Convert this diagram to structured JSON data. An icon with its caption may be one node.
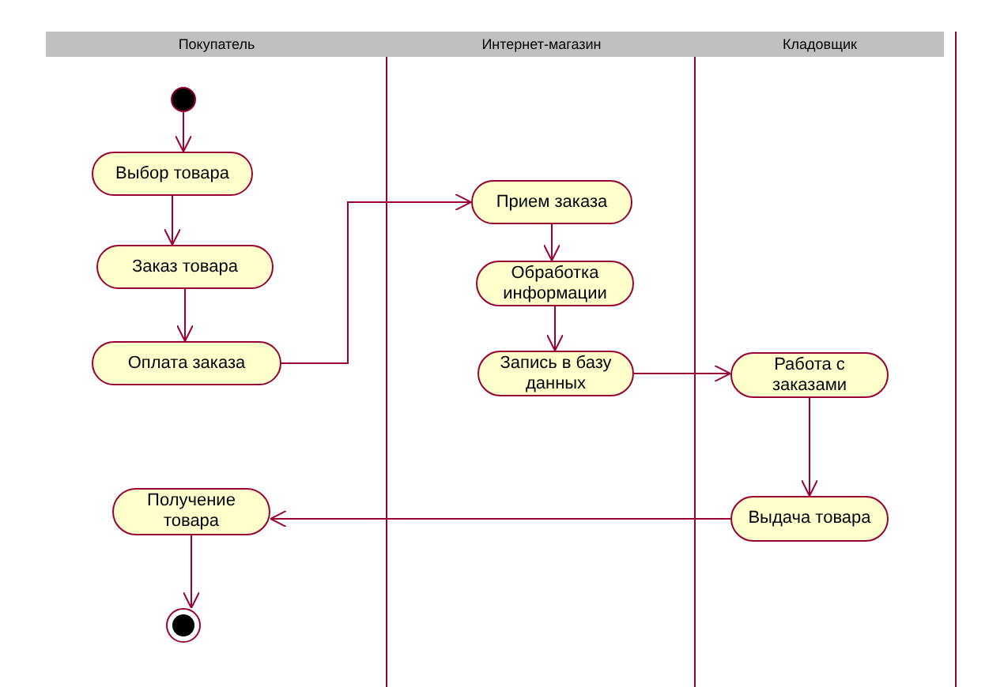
{
  "diagram": {
    "nodes": [
      {
        "text": [
          "Покупатель"
        ]
      },
      {
        "text": [
          "Интернет-магазин"
        ]
      },
      {
        "text": [
          "Кладовщик"
        ]
      },
      {
        "text": [],
        "shape": "circle",
        "in": 0
      },
      {
        "text": [
          "Выбор товара"
        ],
        "in": 0
      },
      {
        "text": [
          "Заказ товара"
        ],
        "in": 0
      },
      {
        "text": [
          "Оплата заказа"
        ],
        "in": 0
      },
      {
        "text": [
          "Получение товара"
        ],
        "in": 0
      },
      {
        "text": [],
        "shape": "bullseye",
        "in": 0
      },
      {
        "text": [
          "Прием заказа"
        ],
        "in": 1
      },
      {
        "text": [
          "Обработка информации"
        ],
        "in": 1
      },
      {
        "text": [
          "Запись в базу данных"
        ],
        "in": 1
      },
      {
        "text": [
          "Работа с заказами"
        ],
        "in": 2
      },
      {
        "text": [
          "Выдача товара"
        ],
        "in": 2
      }
    ],
    "edges": [
      {
        "from": 3,
        "to": 4,
        "arrow": "to"
      },
      {
        "from": 4,
        "to": 5,
        "arrow": "to"
      },
      {
        "from": 5,
        "to": 6,
        "arrow": "to"
      },
      {
        "from": 6,
        "to": 9,
        "arrow": "to"
      },
      {
        "from": 9,
        "to": 10,
        "arrow": "to"
      },
      {
        "from": 10,
        "to": 11,
        "arrow": "to"
      },
      {
        "from": 11,
        "to": 12,
        "arrow": "to"
      },
      {
        "from": 12,
        "to": 13,
        "arrow": "to"
      },
      {
        "from": 13,
        "to": 7,
        "arrow": "to"
      },
      {
        "from": 7,
        "to": 8,
        "arrow": "to"
      }
    ]
  }
}
